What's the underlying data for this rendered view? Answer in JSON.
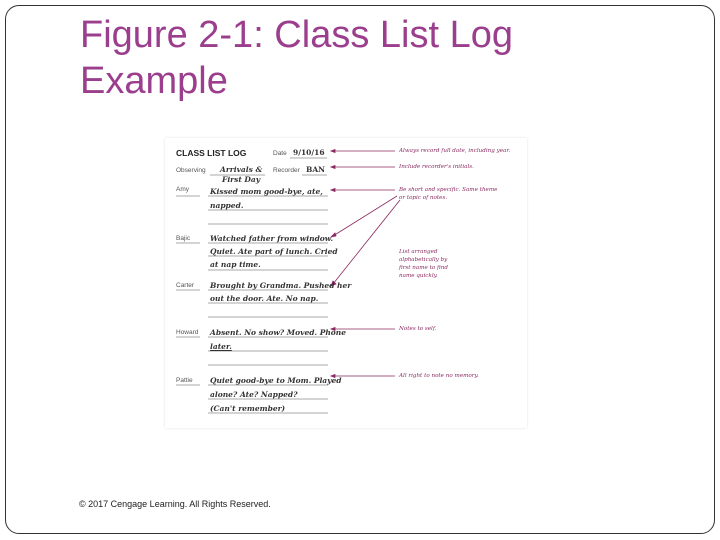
{
  "slide": {
    "title_line1": "Figure 2-1: Class List Log",
    "title_line2": "Example",
    "copyright": "© 2017 Cengage Learning. All Rights Reserved."
  },
  "figure": {
    "heading": "CLASS LIST LOG",
    "date_label": "Date",
    "date_value": "9/10/16",
    "observing_label": "Observing",
    "observing_value_1": "Arrivals &",
    "observing_value_2": "First Day",
    "recorder_label": "Recorder",
    "recorder_value": "BAN",
    "rows": [
      {
        "name": "Amy",
        "lines": [
          "Kissed mom good-bye, ate,",
          "napped."
        ]
      },
      {
        "name": "Bajic",
        "lines": [
          "Watched father from window.",
          "Quiet. Ate part of lunch. Cried",
          "at nap time."
        ]
      },
      {
        "name": "Carter",
        "lines": [
          "Brought by Grandma. Pushed her",
          "out the door. Ate. No nap."
        ]
      },
      {
        "name": "Howard",
        "lines": [
          "Absent. No show? Moved. Phone",
          "later."
        ]
      },
      {
        "name": "Pattie",
        "lines": [
          "Quiet good-bye to Mom. Played",
          "alone? Ate? Napped?",
          "(Can't remember)"
        ]
      }
    ],
    "notes": {
      "date": "Always record full date, including year.",
      "recorder": "Include recorder's initials.",
      "short_1": "Be short and specific. Same theme",
      "short_2": "or topic of notes.",
      "alpha_1": "List arranged",
      "alpha_2": "alphabetically by",
      "alpha_3": "first name to find",
      "alpha_4": "name quickly.",
      "self": "Notes to self.",
      "memory": "All right to note no memory."
    },
    "accent_color": "#8b2a62"
  }
}
